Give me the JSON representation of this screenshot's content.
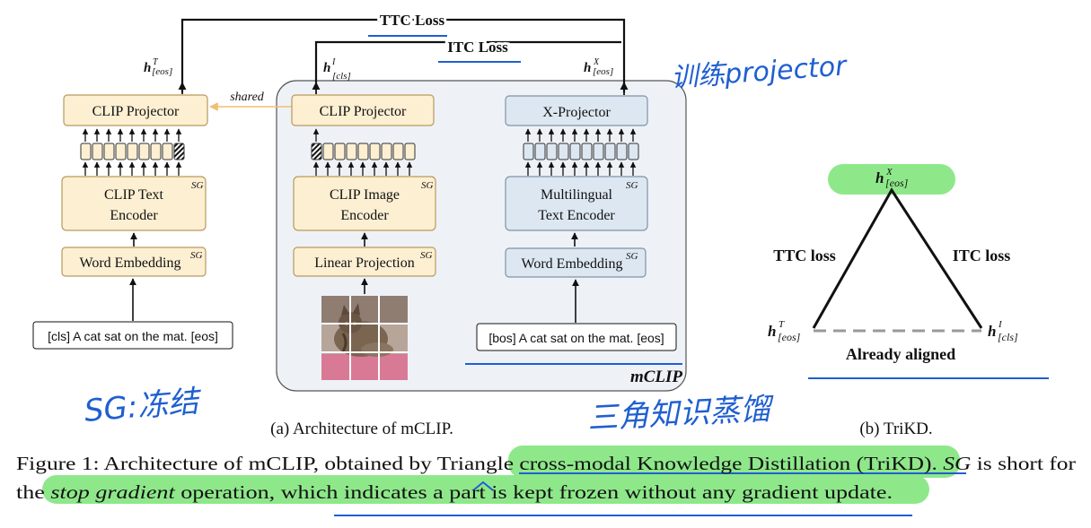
{
  "figure": {
    "subcaption_a": "(a) Architecture of mCLIP.",
    "subcaption_b": "(b) TriKD.",
    "caption": {
      "lead": "Figure 1: Architecture of mCLIP, obtained by Triangle",
      "highlight": "cross-modal Knowledge Distillation (TriKD).",
      "sg_abbr": "SG",
      "after_sg": "is short for",
      "line2_start": "the",
      "stop_gradient": "stop gradient",
      "line2_rest": "operation, which indicates a part is kept frozen without any gradient update."
    }
  },
  "diagram_a": {
    "losses": {
      "ttc": "TTC Loss",
      "itc": "ITC Loss"
    },
    "shared_label": "shared",
    "mclip_label": "mCLIP",
    "sg_tag": "SG",
    "h_base": "h",
    "text_branch": {
      "h_sup": "T",
      "h_sub": "[eos]",
      "projector": "CLIP Projector",
      "encoder_l1": "CLIP Text",
      "encoder_l2": "Encoder",
      "embedding": "Word Embedding",
      "input": "[cls] A cat sat on the mat. [eos]"
    },
    "image_branch": {
      "h_sup": "I",
      "h_sub": "[cls]",
      "projector": "CLIP Projector",
      "encoder_l1": "CLIP Image",
      "encoder_l2": "Encoder",
      "projection": "Linear Projection"
    },
    "multi_branch": {
      "h_sup": "X",
      "h_sub": "[eos]",
      "projector": "X-Projector",
      "encoder_l1": "Multilingual",
      "encoder_l2": "Text Encoder",
      "embedding": "Word Embedding",
      "input": "[bos] A cat sat on the mat. [eos]"
    }
  },
  "diagram_b": {
    "top": {
      "sup": "X",
      "sub": "[eos]"
    },
    "left": {
      "sup": "T",
      "sub": "[eos]"
    },
    "right": {
      "sup": "I",
      "sub": "[cls]"
    },
    "ttc_loss": "TTC loss",
    "itc_loss": "ITC loss",
    "base_label": "Already aligned"
  },
  "annotations": {
    "projector_note": "训练projector",
    "sg_note": "SG:冻结",
    "trikd_note": "三角知识蒸馏"
  },
  "colors": {
    "box_yellow": "#fcefd2",
    "box_yellow_stroke": "#b89a5c",
    "box_blue": "#dde7f1",
    "box_blue_stroke": "#7f93a8",
    "mclip_bg": "#eef2f7",
    "highlight_green": "#8ee88a",
    "ink_blue": "#1f5fd0",
    "shared_arrow": "#f0c070"
  }
}
